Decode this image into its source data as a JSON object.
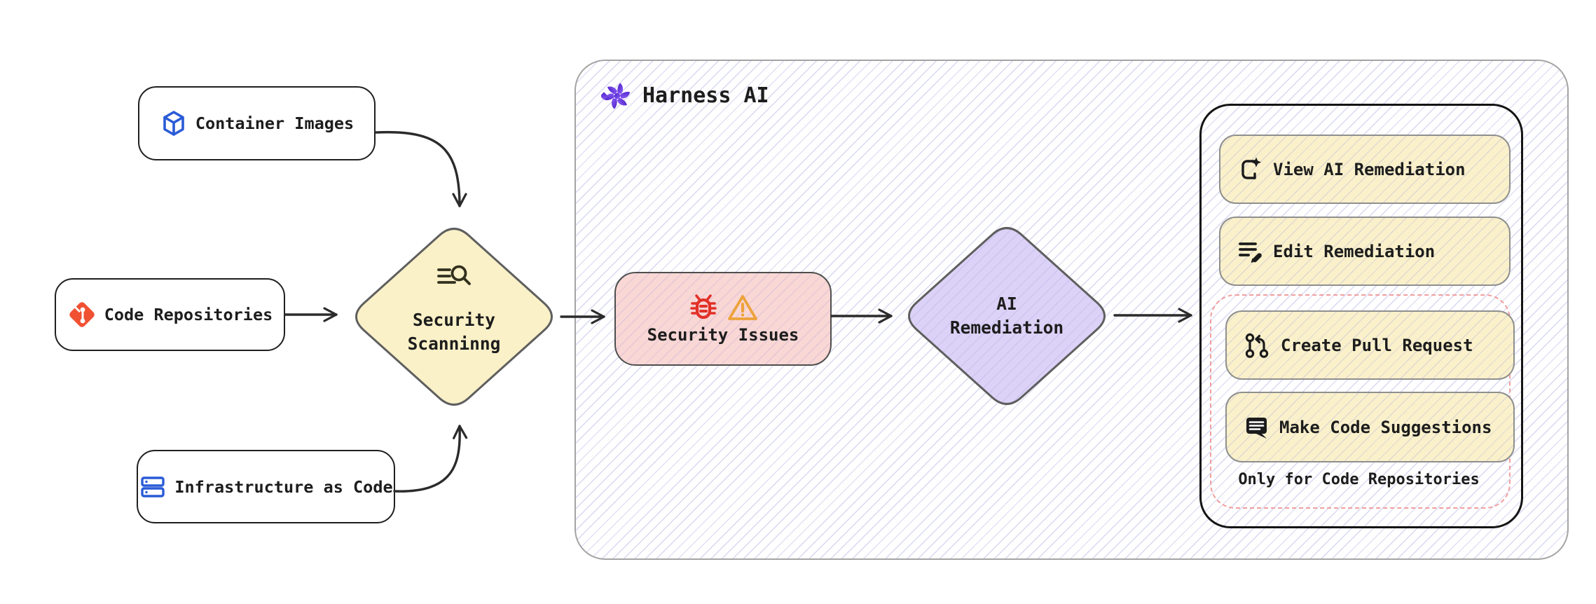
{
  "group": {
    "title": "Harness AI",
    "icon": "harness-ai-logo-icon"
  },
  "sources": {
    "container_images": {
      "label": "Container Images",
      "icon": "cube-icon"
    },
    "code_repositories": {
      "label": "Code Repositories",
      "icon": "git-icon"
    },
    "infrastructure_as_code": {
      "label": "Infrastructure as Code",
      "icon": "server-stack-icon"
    }
  },
  "scanning": {
    "line1": "Security",
    "line2": "Scanninng",
    "icon": "scan-search-icon"
  },
  "issues": {
    "label": "Security Issues",
    "icons": [
      "bug-icon",
      "warning-icon"
    ]
  },
  "remediation": {
    "line1": "AI",
    "line2": "Remediation"
  },
  "actions": {
    "view": {
      "label": "View AI Remediation",
      "icon": "book-sparkle-icon"
    },
    "edit": {
      "label": "Edit Remediation",
      "icon": "list-pencil-icon"
    },
    "create_pr": {
      "label": "Create Pull Request",
      "icon": "pull-request-icon"
    },
    "suggest": {
      "label": "Make Code Suggestions",
      "icon": "comment-icon"
    },
    "note": "Only for Code Repositories"
  },
  "colors": {
    "node_yellow": "#faf1c8",
    "button_yellow": "#faf1cb",
    "issue_pink": "#f8d7d5",
    "remediation_purple": "#dcd2f7",
    "hatch_lavender": "#c9c9ee",
    "dashed_red": "#f09e9e",
    "icon_blue": "#2a5bd7",
    "git_orange": "#f05133",
    "bug_red": "#e23128",
    "warning_orange": "#eda23b",
    "harness_purple": "#6a3df5",
    "stroke_dark": "#1e1e1e"
  }
}
